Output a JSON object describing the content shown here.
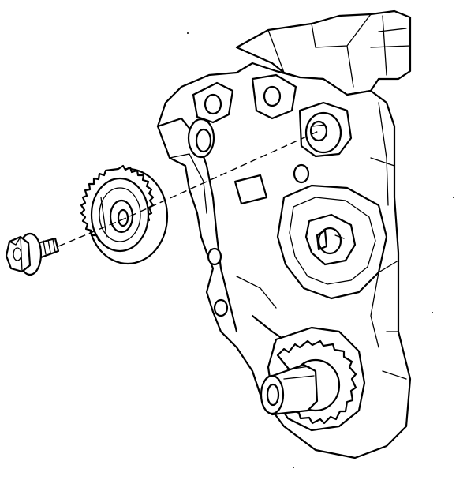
{
  "diagram": {
    "parts": [
      {
        "name": "idler-gear-bolt"
      },
      {
        "name": "idler-gear"
      },
      {
        "name": "engine-block-front"
      },
      {
        "name": "crankshaft-sprocket"
      }
    ],
    "colors": {
      "line": "#000000",
      "background": "#ffffff"
    }
  }
}
